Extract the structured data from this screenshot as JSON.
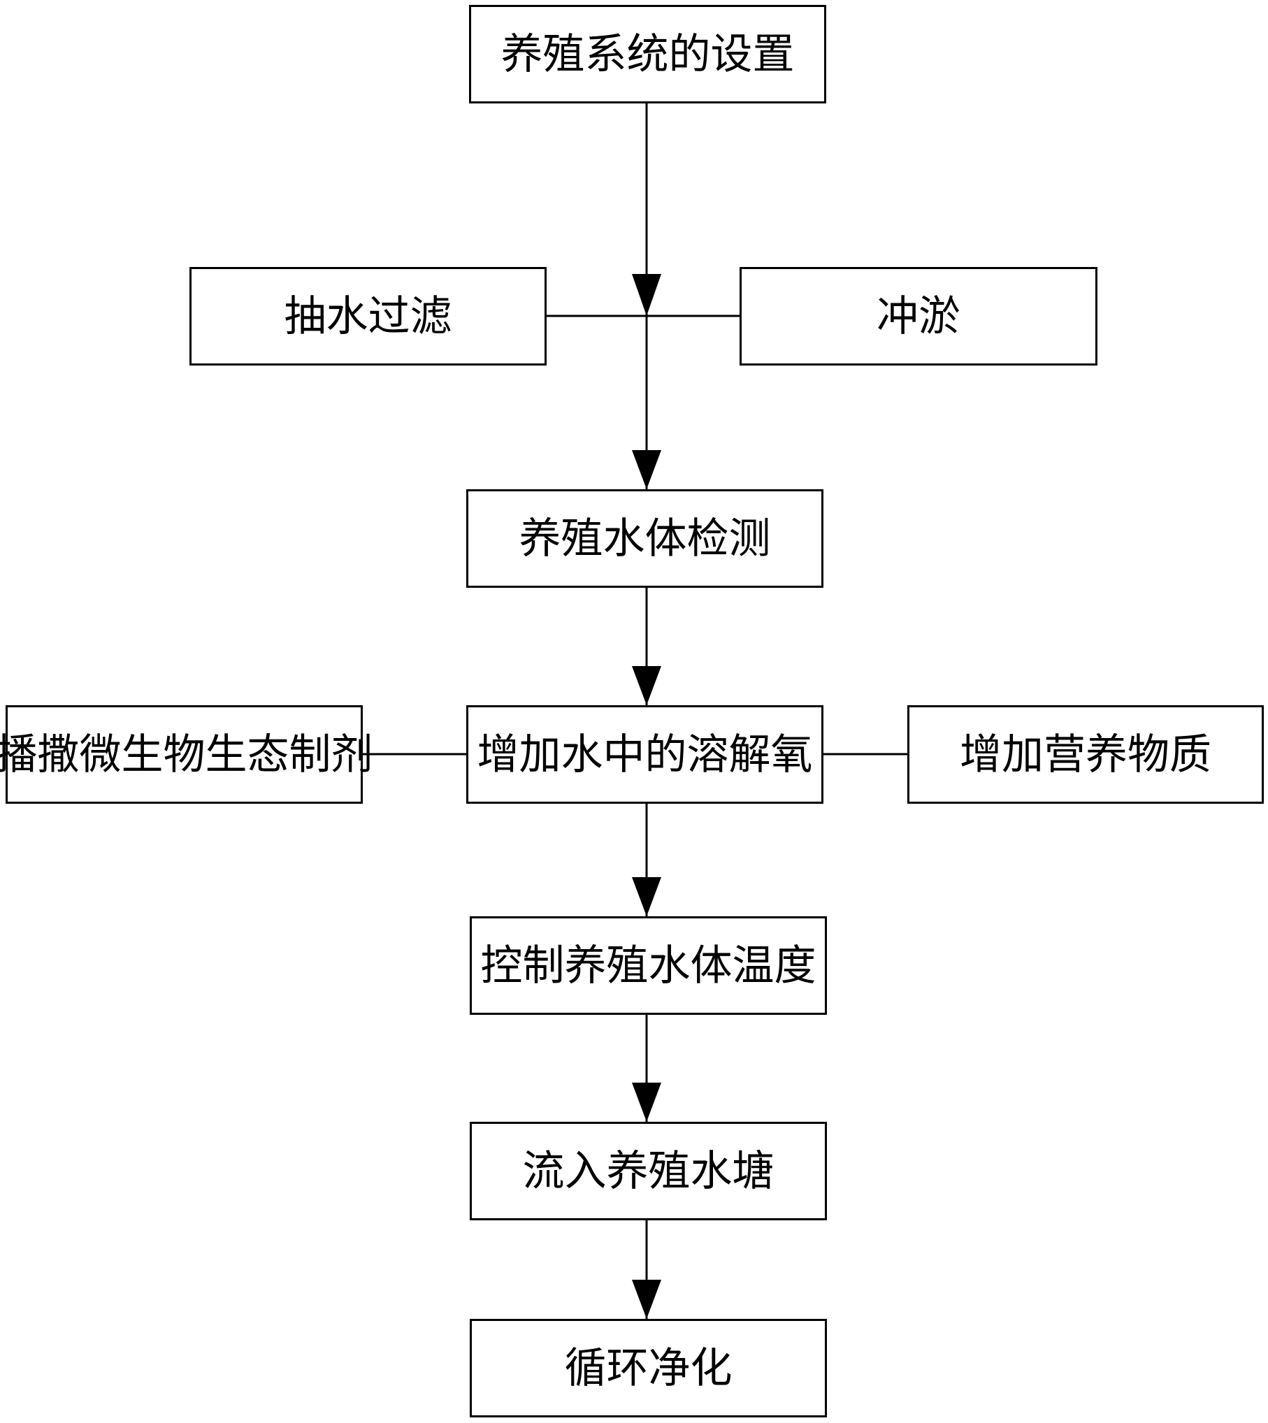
{
  "diagram": {
    "nodes": {
      "setup": "养殖系统的设置",
      "pump_filter": "抽水过滤",
      "flush_silt": "冲淤",
      "water_test": "养殖水体检测",
      "microbe": "播撒微生物生态制剂",
      "oxygen": "增加水中的溶解氧",
      "nutrients": "增加营养物质",
      "temperature": "控制养殖水体温度",
      "pond": "流入养殖水塘",
      "purify": "循环净化"
    },
    "edges": [
      {
        "from": "setup",
        "to": "water_test",
        "type": "arrow"
      },
      {
        "from": "pump_filter",
        "to": "setup-water_test-link",
        "type": "line"
      },
      {
        "from": "flush_silt",
        "to": "setup-water_test-link",
        "type": "line"
      },
      {
        "from": "water_test",
        "to": "oxygen",
        "type": "arrow"
      },
      {
        "from": "microbe",
        "to": "oxygen",
        "type": "line"
      },
      {
        "from": "nutrients",
        "to": "oxygen",
        "type": "line"
      },
      {
        "from": "oxygen",
        "to": "temperature",
        "type": "arrow"
      },
      {
        "from": "temperature",
        "to": "pond",
        "type": "arrow"
      },
      {
        "from": "pond",
        "to": "purify",
        "type": "arrow"
      }
    ],
    "colors": {
      "stroke": "#000000",
      "background": "#ffffff"
    }
  }
}
